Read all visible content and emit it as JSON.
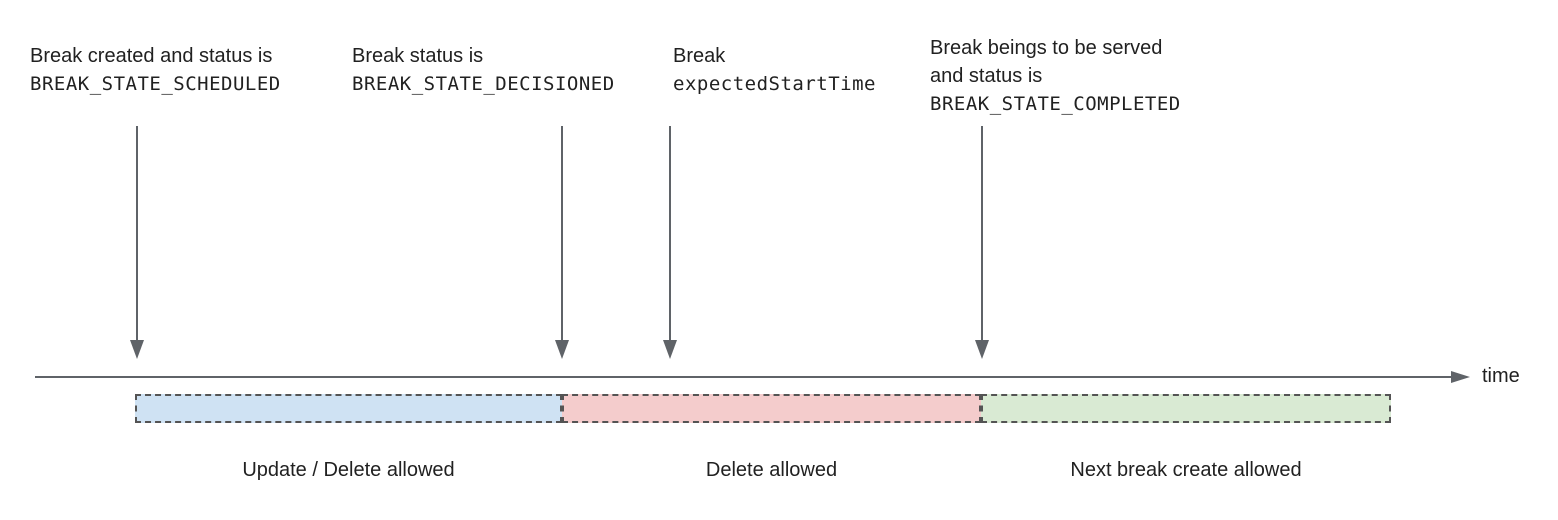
{
  "diagram": {
    "annotations": [
      {
        "text": "Break created and status is",
        "code": "BREAK_STATE_SCHEDULED"
      },
      {
        "text": "Break status is",
        "code": "BREAK_STATE_DECISIONED"
      },
      {
        "text": "Break",
        "code": "expectedStartTime"
      },
      {
        "text": "Break beings to be served",
        "text2": "and status is",
        "code": "BREAK_STATE_COMPLETED"
      }
    ],
    "axis": {
      "label": "time"
    },
    "segments": [
      {
        "label": "Update / Delete allowed",
        "fill": "#cfe2f3"
      },
      {
        "label": "Delete allowed",
        "fill": "#f4cccc"
      },
      {
        "label": "Next break create allowed",
        "fill": "#d9ead3"
      }
    ],
    "colors": {
      "arrow": "#5f6368",
      "dashed_border": "#545454",
      "text": "#212121"
    }
  }
}
